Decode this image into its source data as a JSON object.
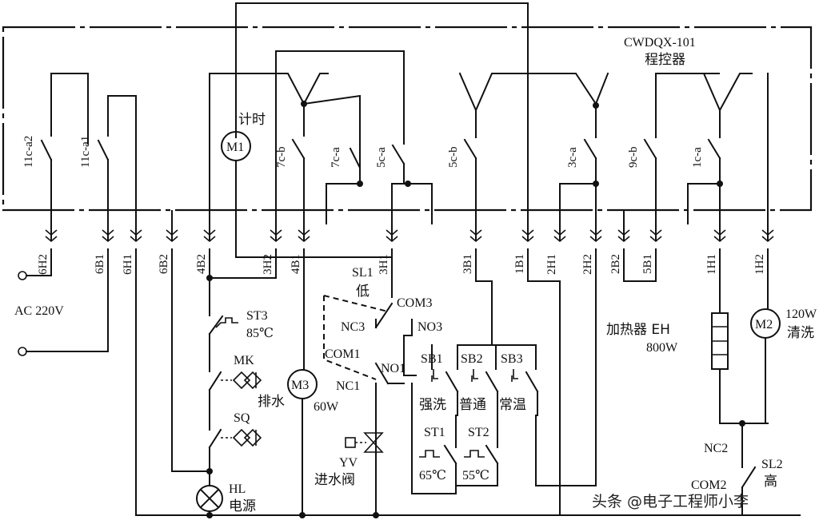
{
  "controller": {
    "model": "CWDQX-101",
    "name": "程控器"
  },
  "internal_contacts": [
    "11c-a2",
    "11c-a1",
    "7c-b",
    "7c-a",
    "5c-a",
    "5c-b",
    "3c-a",
    "9c-b",
    "1c-a"
  ],
  "terminals": [
    "6H2",
    "6B1",
    "6H1",
    "6B2",
    "4B2",
    "3H2",
    "4B1",
    "3H1",
    "3B1",
    "1B1",
    "2H1",
    "2H2",
    "2B2",
    "5B1",
    "1H1",
    "1H2"
  ],
  "power": {
    "label": "AC 220V"
  },
  "timer_motor": {
    "id": "M1",
    "label": "计时"
  },
  "drain_motor": {
    "id": "M3",
    "power": "60W"
  },
  "wash_motor": {
    "id": "M2",
    "power": "120W",
    "label": "清洗"
  },
  "heater": {
    "label": "加热器 EH",
    "power": "800W"
  },
  "st3": {
    "id": "ST3",
    "temp": "85℃"
  },
  "valves": {
    "mk": "MK",
    "sq": "SQ",
    "drain_label": "排水"
  },
  "level_switch_low": {
    "id": "SL1",
    "label": "低",
    "com3": "COM3",
    "nc3": "NC3",
    "no3": "NO3",
    "com1": "COM1",
    "nc1": "NC1",
    "no1": "NO1"
  },
  "level_switch_high": {
    "id": "SL2",
    "label": "高",
    "nc2": "NC2",
    "com2": "COM2"
  },
  "inlet_valve": {
    "id": "YV",
    "label": "进水阀"
  },
  "buttons": [
    {
      "id": "SB1",
      "label": "强洗"
    },
    {
      "id": "SB2",
      "label": "普通"
    },
    {
      "id": "SB3",
      "label": "常温"
    }
  ],
  "thermostats": [
    {
      "id": "ST1",
      "temp": "65℃"
    },
    {
      "id": "ST2",
      "temp": "55℃"
    }
  ],
  "lamp": {
    "id": "HL",
    "label": "电源"
  },
  "watermark": "头条 @电子工程师小李"
}
